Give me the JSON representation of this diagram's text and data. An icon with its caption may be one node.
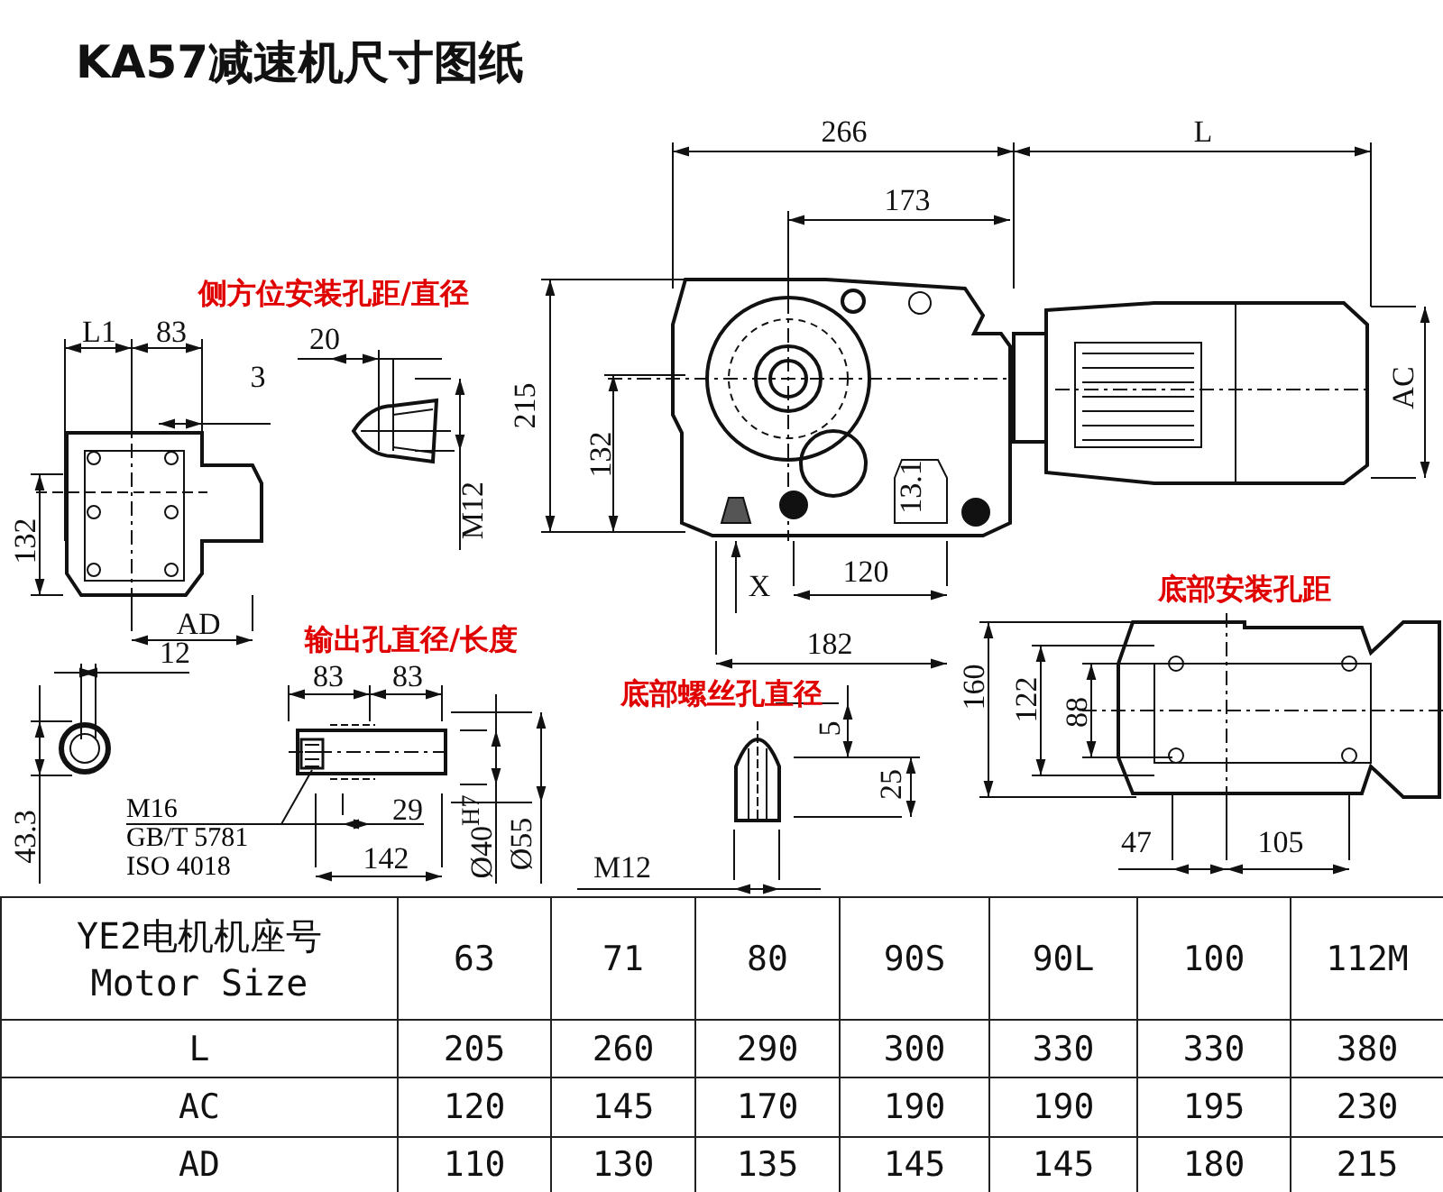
{
  "diagram": {
    "title": "KA57减速机尺寸图纸",
    "nodes": [
      {
        "text": [
          "M16",
          "GB/T 5781",
          "ISO 4018"
        ]
      },
      {
        "text": [],
        "shape": "picture"
      }
    ],
    "edges": [
      {
        "from": 0,
        "to": 1,
        "arrow": "none"
      }
    ],
    "labels": [
      "266",
      "L",
      "173",
      "侧方位安装孔距/直径",
      "L1",
      "83",
      "20",
      "3",
      "215",
      "AC",
      "132",
      "M12",
      "132",
      "13.1",
      "X",
      "120",
      "AD",
      "输出孔直径/长度",
      "182",
      "底部安装孔距",
      "12",
      "83",
      "83",
      "底部螺丝孔直径",
      "5",
      "160",
      "122",
      "88",
      "29",
      "25",
      "43.3",
      "142",
      "Ø40$^{H7}$",
      "Ø55",
      "47",
      "105",
      "M12",
      "YE2电机机座号 Motor Size",
      "63",
      "71",
      "80",
      "90S",
      "90L",
      "100",
      "112M",
      "L",
      "205",
      "260",
      "290",
      "300",
      "330",
      "330",
      "380",
      "AC",
      "120",
      "145",
      "170",
      "190",
      "190",
      "195",
      "230",
      "AD",
      "110",
      "130",
      "135",
      "145",
      "145",
      "180",
      "215"
    ]
  }
}
